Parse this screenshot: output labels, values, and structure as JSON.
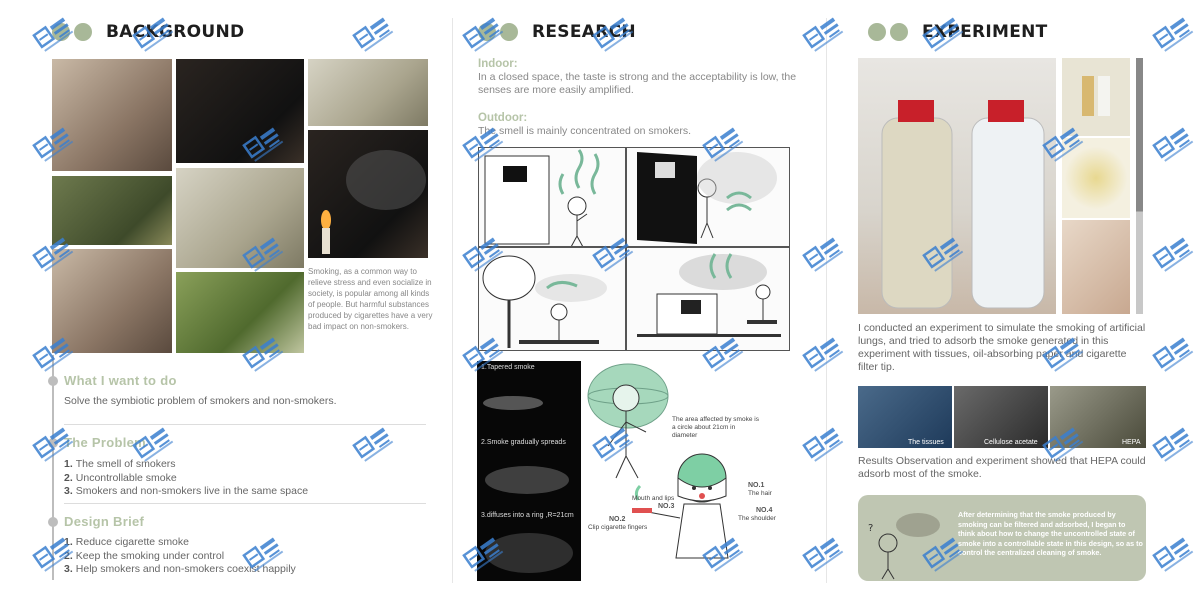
{
  "background": {
    "title": "BACKGROUND",
    "photo_caption": "Smoking, as a common way to relieve stress and even socialize in society, is popular among all kinds of people. But harmful substances produced by cigarettes have a very bad impact on non-smokers.",
    "what_title": "What I want to do",
    "what_text": "Solve the symbiotic problem of smokers and non-smokers.",
    "problem_title": "The Problem",
    "problems": [
      {
        "num": "1.",
        "text": "The smell of smokers"
      },
      {
        "num": "2.",
        "text": "Uncontrollable smoke"
      },
      {
        "num": "3.",
        "text": "Smokers and non-smokers live in the same space"
      }
    ],
    "brief_title": "Design Brief",
    "briefs": [
      {
        "num": "1.",
        "text": "Reduce cigarette smoke"
      },
      {
        "num": "2.",
        "text": "Keep the smoking under control"
      },
      {
        "num": "3.",
        "text": "Help smokers and non-smokers coexist happily"
      }
    ]
  },
  "research": {
    "title": "RESEARCH",
    "indoor_label": "Indoor:",
    "indoor_text": "In a closed space, the taste is strong and the acceptability is low, the senses are more easily amplified.",
    "outdoor_label": "Outdoor:",
    "outdoor_text": "The smell is mainly concentrated on smokers.",
    "smoke_steps": [
      "1.Tapered smoke",
      "2.Smoke gradually spreads",
      "3.diffuses into a ring ,R=21cm"
    ],
    "circle_note": "The area affected by smoke is a circle about 21cm in diameter",
    "labels": {
      "no1": "NO.1",
      "hair": "The hair",
      "no2": "NO.2",
      "clip": "Clip cigarette fingers",
      "no3": "NO.3",
      "mouth": "Mouth and lips",
      "no4": "NO.4",
      "shoulder": "The shoulder"
    }
  },
  "experiment": {
    "title": "EXPERIMENT",
    "text1": "I conducted an experiment to simulate the smoking of artificial lungs, and tried to adsorb the smoke generated in this experiment with tissues, oil-absorbing paper and cigarette filter tip.",
    "materials": [
      "The tissues",
      "Cellulose acetate",
      "HEPA"
    ],
    "text2": "Results Observation and experiment showed that HEPA could adsorb most of the smoke.",
    "note": "After determining that the smoke produced by smoking can be filtered and adsorbed, I began to think about how to change the uncontrolled state of smoke into a controllable state in this design, so as to control the centralized cleaning of smoke."
  },
  "colors": {
    "accent": "#b6c4a8",
    "dot": "#a8b898",
    "watermark": "#3a7fd0",
    "note_bg": "#bfc6b2"
  }
}
